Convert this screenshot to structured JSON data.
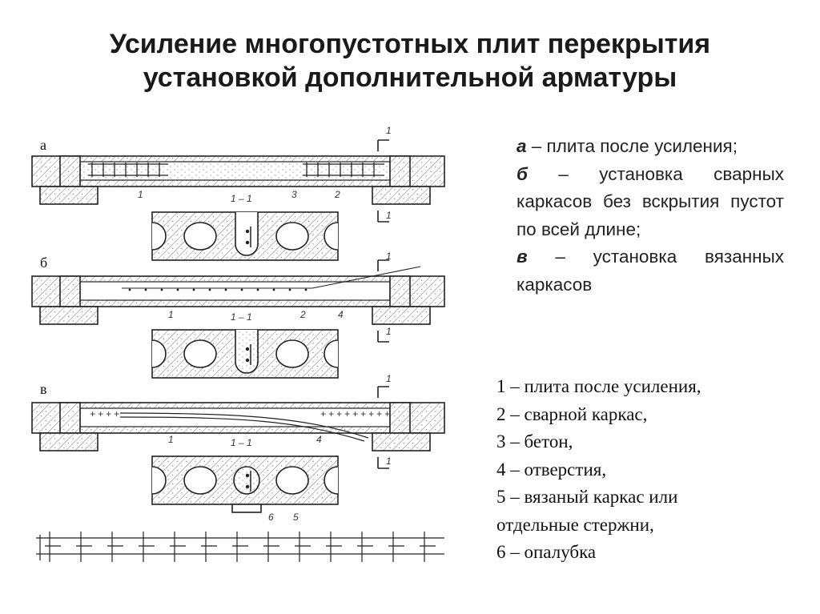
{
  "title": {
    "line1": "Усиление многопустотных плит перекрытия",
    "line2": "установкой дополнительной арматуры"
  },
  "description": [
    {
      "key": "а",
      "text": " – плита после усиления;"
    },
    {
      "key": "б",
      "text": " – установка сварных каркасов без вскрытия пустот по всей длине;"
    },
    {
      "key": "в",
      "text": " – установка вязанных каркасов"
    }
  ],
  "legend": [
    "1 – плита после усиления,",
    "2 – сварной каркас,",
    "3 – бетон,",
    "4 – отверстия,",
    "5 – вязаный каркас или",
    "отдельные стержни,",
    "6 – опалубка"
  ],
  "diagram": {
    "panel_labels": [
      "а",
      "б",
      "в"
    ],
    "section_label": "1 – 1",
    "cut_mark": "1",
    "callouts": {
      "a": [
        "1",
        "3",
        "2"
      ],
      "b": [
        "1",
        "2",
        "4"
      ],
      "c": [
        "1",
        "4"
      ],
      "c_section": [
        "6",
        "5"
      ]
    }
  }
}
